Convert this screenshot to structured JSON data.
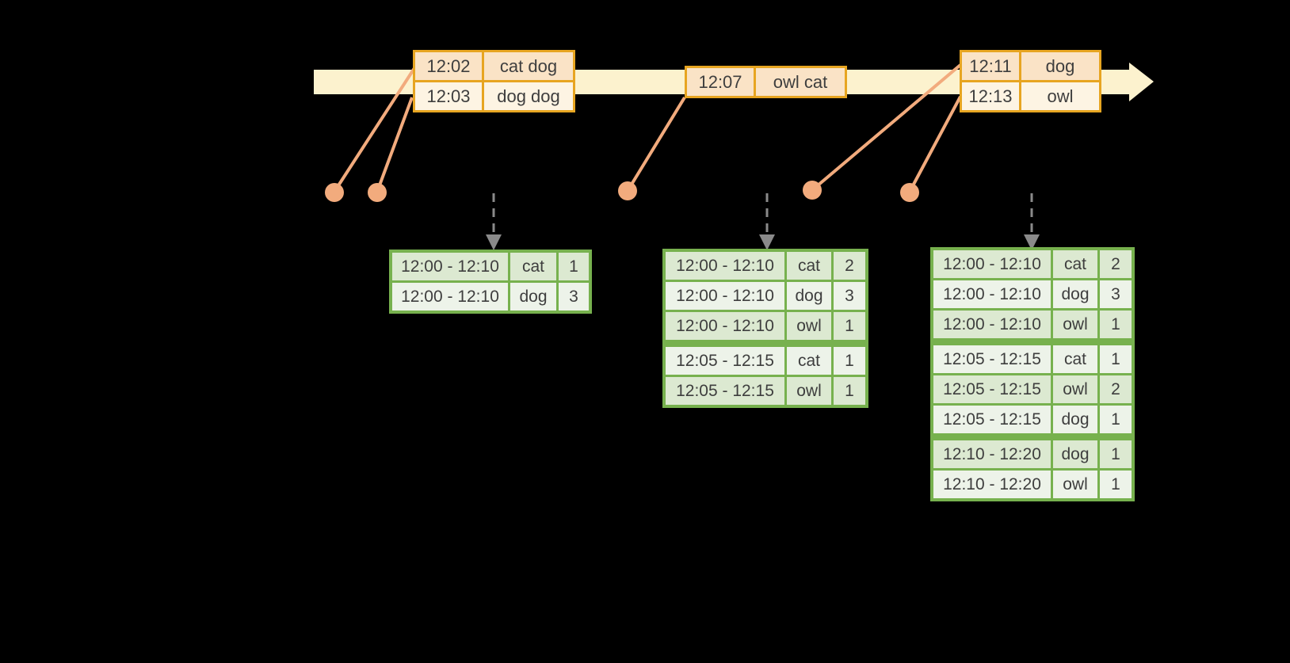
{
  "colors": {
    "background": "#000000",
    "timeline_fill": "#FCF2CE",
    "event_border": "#E7A521",
    "event_row_dark": "#FAE3C6",
    "event_row_light": "#FDF4E3",
    "connector": "#F2AB7D",
    "result_border": "#77B14E",
    "result_row_dark": "#DCE9D1",
    "result_row_light": "#EDF3E9",
    "arrow_gray": "#8A8A8A",
    "text": "#3E3E3E"
  },
  "event_tables": [
    {
      "rows": [
        {
          "time": "12:02",
          "words": "cat dog"
        },
        {
          "time": "12:03",
          "words": "dog dog"
        }
      ]
    },
    {
      "rows": [
        {
          "time": "12:07",
          "words": "owl cat"
        }
      ]
    },
    {
      "rows": [
        {
          "time": "12:11",
          "words": "dog"
        },
        {
          "time": "12:13",
          "words": "owl"
        }
      ]
    }
  ],
  "result_tables": [
    {
      "rows": [
        {
          "window": "12:00 - 12:10",
          "word": "cat",
          "count": "1"
        },
        {
          "window": "12:00 - 12:10",
          "word": "dog",
          "count": "3"
        }
      ]
    },
    {
      "rows": [
        {
          "window": "12:00 - 12:10",
          "word": "cat",
          "count": "2"
        },
        {
          "window": "12:00 - 12:10",
          "word": "dog",
          "count": "3"
        },
        {
          "window": "12:00 - 12:10",
          "word": "owl",
          "count": "1"
        },
        {
          "window": "12:05 - 12:15",
          "word": "cat",
          "count": "1"
        },
        {
          "window": "12:05 - 12:15",
          "word": "owl",
          "count": "1"
        }
      ]
    },
    {
      "rows": [
        {
          "window": "12:00 - 12:10",
          "word": "cat",
          "count": "2"
        },
        {
          "window": "12:00 - 12:10",
          "word": "dog",
          "count": "3"
        },
        {
          "window": "12:00 - 12:10",
          "word": "owl",
          "count": "1"
        },
        {
          "window": "12:05 - 12:15",
          "word": "cat",
          "count": "1"
        },
        {
          "window": "12:05 - 12:15",
          "word": "owl",
          "count": "2"
        },
        {
          "window": "12:05 - 12:15",
          "word": "dog",
          "count": "1"
        },
        {
          "window": "12:10 - 12:20",
          "word": "dog",
          "count": "1"
        },
        {
          "window": "12:10 - 12:20",
          "word": "owl",
          "count": "1"
        }
      ]
    }
  ]
}
